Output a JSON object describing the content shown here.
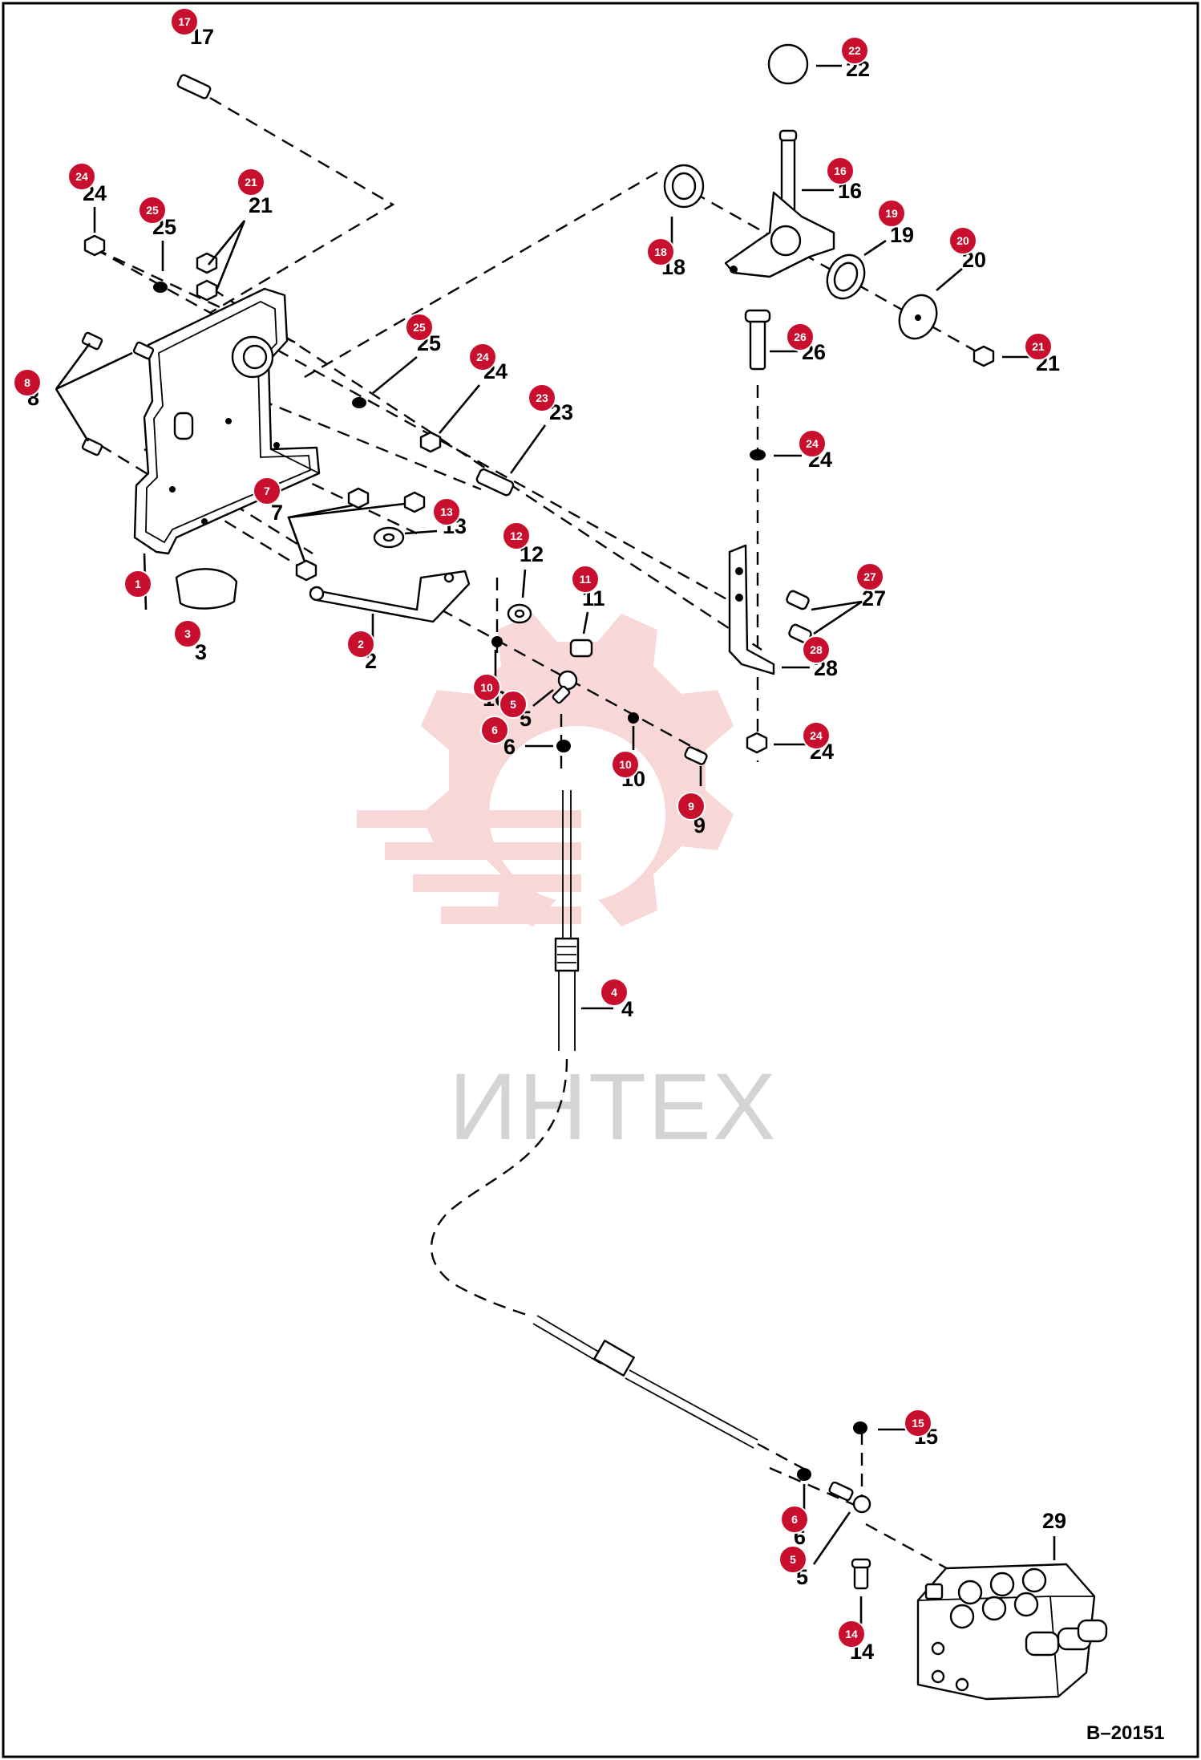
{
  "drawing_code": "B–20151",
  "watermark": "ИНТЕХ",
  "colors": {
    "badge": "#c8102e",
    "watermark_logo": "#f5c6c6",
    "watermark_text": "#d4d4d4",
    "line": "#000000"
  },
  "labels": {
    "c1": "1",
    "c2": "2",
    "c3": "3",
    "c4": "4",
    "c5a": "5",
    "c5b": "5",
    "c6a": "6",
    "c6b": "6",
    "c7": "7",
    "c8": "8",
    "c9": "9",
    "c10a": "10",
    "c10b": "10",
    "c11": "11",
    "c12": "12",
    "c13": "13",
    "c14": "14",
    "c15": "15",
    "c16": "16",
    "c17": "17",
    "c18": "18",
    "c19": "19",
    "c20": "20",
    "c21a": "21",
    "c21b": "21",
    "c22": "22",
    "c23": "23",
    "c24a": "24",
    "c24b": "24",
    "c24c": "24",
    "c24d": "24",
    "c25a": "25",
    "c25b": "25",
    "c26": "26",
    "c27": "27",
    "c28": "28",
    "c29": "29"
  }
}
